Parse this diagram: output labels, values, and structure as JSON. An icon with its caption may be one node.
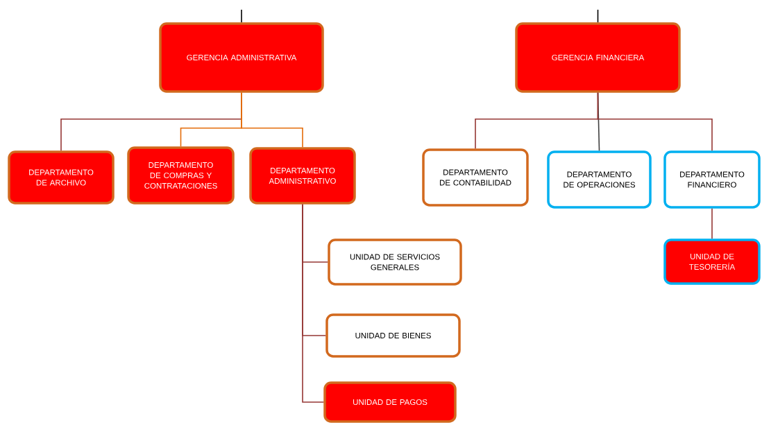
{
  "diagram": {
    "nodes": [
      {
        "text": [
          "GERENCIA ADMINISTRATIVA"
        ]
      },
      {
        "text": [
          "DEPARTAMENTO DE ARCHIVO"
        ]
      },
      {
        "text": [
          "DEPARTAMENTO DE COMPRAS Y CONTRATACIONES"
        ]
      },
      {
        "text": [
          "DEPARTAMENTO ADMINISTRATIVO"
        ]
      },
      {
        "text": [
          "UNIDAD DE SERVICIOS GENERALES"
        ]
      },
      {
        "text": [
          "UNIDAD DE BIENES"
        ]
      },
      {
        "text": [
          "UNIDAD DE PAGOS"
        ]
      },
      {
        "text": [
          "GERENCIA FINANCIERA"
        ]
      },
      {
        "text": [
          "DEPARTAMENTO DE CONTABILIDAD"
        ]
      },
      {
        "text": [
          "DEPARTAMENTO DE OPERACIONES"
        ]
      },
      {
        "text": [
          "DEPARTAMENTO FINANCIERO"
        ]
      },
      {
        "text": [
          "UNIDAD DE TESORERÍA"
        ]
      }
    ],
    "edges": [
      {
        "from": null,
        "to": 0,
        "arrow": "none",
        "color": "#000000"
      },
      {
        "from": 0,
        "to": 1,
        "arrow": "none"
      },
      {
        "from": 0,
        "to": 2,
        "arrow": "none",
        "color": "#e46c0a"
      },
      {
        "from": 0,
        "to": 3,
        "arrow": "none",
        "color": "#e46c0a"
      },
      {
        "from": 3,
        "to": 4,
        "arrow": "none"
      },
      {
        "from": 3,
        "to": 5,
        "arrow": "none"
      },
      {
        "from": 3,
        "to": 6,
        "arrow": "none"
      },
      {
        "from": null,
        "to": 7,
        "arrow": "none",
        "color": "#000000"
      },
      {
        "from": 7,
        "to": 8,
        "arrow": "none"
      },
      {
        "from": 7,
        "to": 9,
        "arrow": "none",
        "color": "#404040"
      },
      {
        "from": 7,
        "to": 10,
        "arrow": "none"
      },
      {
        "from": 10,
        "to": 11,
        "arrow": "none"
      }
    ]
  }
}
